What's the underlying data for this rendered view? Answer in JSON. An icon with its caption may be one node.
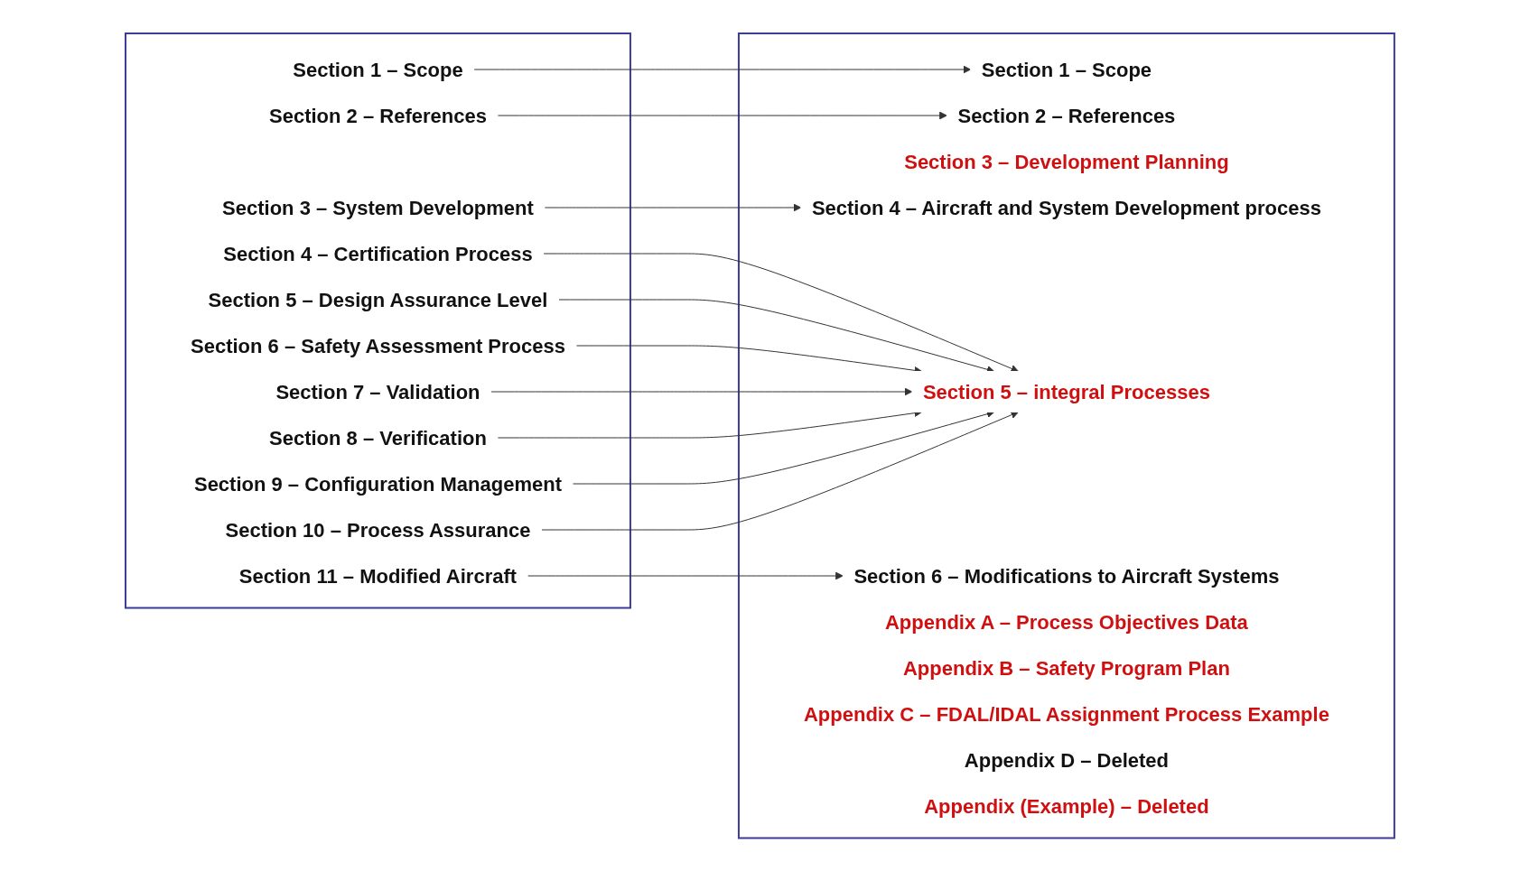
{
  "diagram": {
    "nodes": [
      {
        "text": [],
        "shape": "box"
      },
      {
        "text": [],
        "shape": "box"
      },
      {
        "text": [
          "Section 1 – Scope"
        ],
        "in": 0
      },
      {
        "text": [
          "Section 2 – References"
        ],
        "in": 0
      },
      {
        "text": [
          "Section 3 – System Development"
        ],
        "in": 0
      },
      {
        "text": [
          "Section 4 – Certification Process"
        ],
        "in": 0
      },
      {
        "text": [
          "Section 5 – Design Assurance Level"
        ],
        "in": 0
      },
      {
        "text": [
          "Section 6 – Safety Assessment Process"
        ],
        "in": 0
      },
      {
        "text": [
          "Section 7 – Validation"
        ],
        "in": 0
      },
      {
        "text": [
          "Section 8 – Verification"
        ],
        "in": 0
      },
      {
        "text": [
          "Section 9 – Configuration Management"
        ],
        "in": 0
      },
      {
        "text": [
          "Section 10 – Process Assurance"
        ],
        "in": 0
      },
      {
        "text": [
          "Section 11 – Modified Aircraft"
        ],
        "in": 0
      },
      {
        "text": [
          "Section 1 – Scope"
        ],
        "in": 1
      },
      {
        "text": [
          "Section 2 – References"
        ],
        "in": 1
      },
      {
        "text": [
          "Section 3 – Development Planning"
        ],
        "in": 1
      },
      {
        "text": [
          "Section 4 – Aircraft and System Development process"
        ],
        "in": 1
      },
      {
        "text": [
          "Section 5 – integral Processes"
        ],
        "in": 1
      },
      {
        "text": [
          "Section 6 – Modifications to Aircraft Systems"
        ],
        "in": 1
      },
      {
        "text": [
          "Appendix A – Process Objectives Data"
        ],
        "in": 1
      },
      {
        "text": [
          "Appendix B – Safety Program Plan"
        ],
        "in": 1
      },
      {
        "text": [
          "Appendix C – FDAL/IDAL Assignment Process Example"
        ],
        "in": 1
      },
      {
        "text": [
          "Appendix D – Deleted"
        ],
        "in": 1
      },
      {
        "text": [
          "Appendix (Example) – Deleted"
        ],
        "in": 1
      }
    ],
    "edges": [
      {
        "from": 2,
        "to": 13,
        "arrow": "to"
      },
      {
        "from": 3,
        "to": 14,
        "arrow": "to"
      },
      {
        "from": 4,
        "to": 16,
        "arrow": "to"
      },
      {
        "from": 5,
        "to": 17,
        "arrow": "to"
      },
      {
        "from": 6,
        "to": 17,
        "arrow": "to"
      },
      {
        "from": 7,
        "to": 17,
        "arrow": "to"
      },
      {
        "from": 8,
        "to": 17,
        "arrow": "to"
      },
      {
        "from": 9,
        "to": 17,
        "arrow": "to"
      },
      {
        "from": 10,
        "to": 17,
        "arrow": "to"
      },
      {
        "from": 11,
        "to": 17,
        "arrow": "to"
      },
      {
        "from": 12,
        "to": 18,
        "arrow": "to"
      }
    ]
  }
}
